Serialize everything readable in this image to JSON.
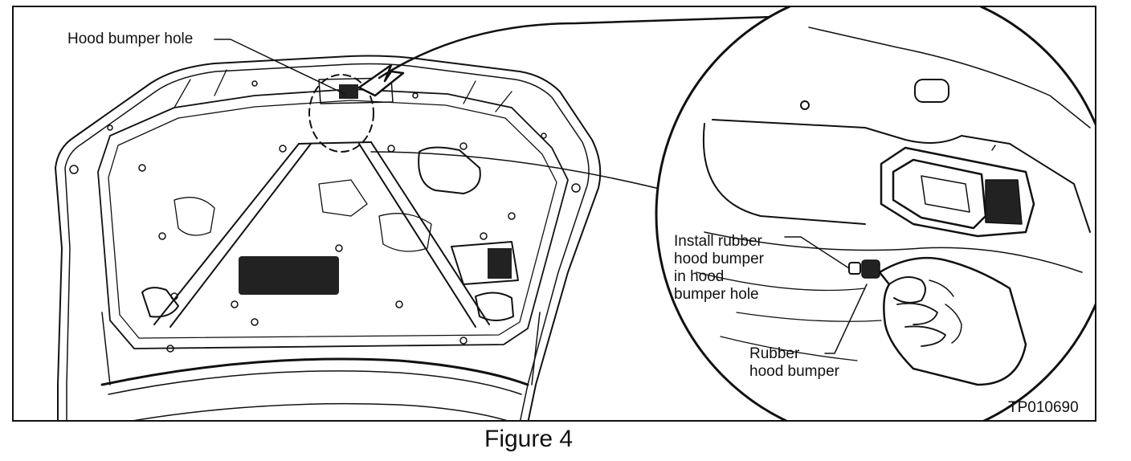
{
  "diagram": {
    "callouts": {
      "hood_bumper_hole": "Hood bumper hole",
      "install_rubber_bumper": [
        "Install rubber",
        "hood bumper",
        "in hood",
        "bumper hole"
      ],
      "rubber_hood_bumper": [
        "Rubber",
        "hood bumper"
      ]
    },
    "figure_code": "TP010690",
    "caption": "Figure 4"
  },
  "colors": {
    "ink": "#111111",
    "paper": "#ffffff"
  }
}
